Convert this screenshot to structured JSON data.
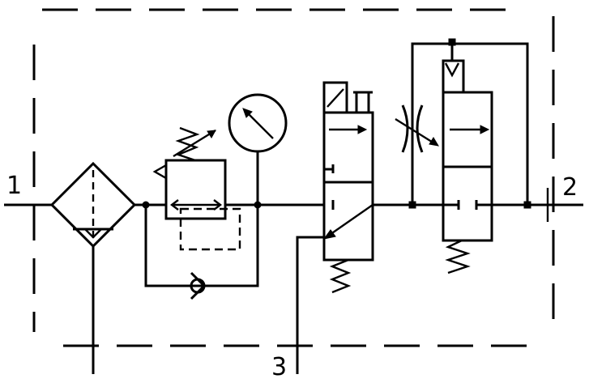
{
  "ports": {
    "inlet": "1",
    "outlet": "2",
    "exhaust": "3"
  },
  "components": [
    "filter-with-drain",
    "pressure-regulator",
    "pressure-gauge",
    "check-valve",
    "solenoid-valve",
    "throttle-valve",
    "shutoff-valve"
  ]
}
